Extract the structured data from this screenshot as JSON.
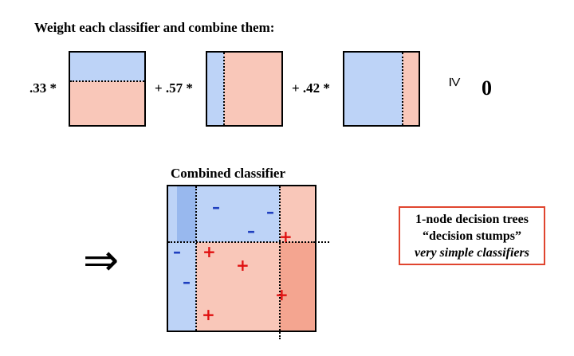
{
  "title": "Weight each classifier and combine them:",
  "coefficients": [
    ".33 *",
    "+ .57 *",
    "+ .42 *"
  ],
  "inequality_symbol": "≥",
  "threshold": "0",
  "combined_title": "Combined classifier",
  "implies_symbol": "⇒",
  "callout": {
    "line1": "1-node decision trees",
    "line2": "“decision stumps”",
    "line3": "very simple classifiers"
  },
  "symbols": {
    "minus": "–",
    "plus": "+"
  },
  "colors": {
    "blue": "#bdd3f7",
    "pink": "#f9c7b9",
    "darker_blue": "#98b8ee",
    "darker_pink": "#f4a590",
    "minus_color": "#1f3fbf",
    "plus_color": "#e01010",
    "callout_border": "#e0452f"
  }
}
